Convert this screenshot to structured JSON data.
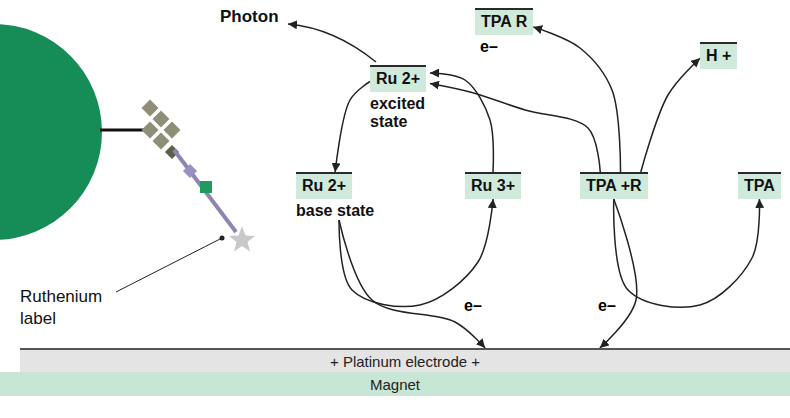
{
  "diagram": {
    "nodes": [
      {
        "text": [
          "TPA R"
        ]
      },
      {
        "text": [
          "H +"
        ]
      },
      {
        "text": [
          "Ru 2+",
          "excited state"
        ]
      },
      {
        "text": [
          "Ru 2+",
          "base state"
        ]
      },
      {
        "text": [
          "Ru 3+"
        ]
      },
      {
        "text": [
          "TPA +R"
        ]
      },
      {
        "text": [
          "TPA"
        ]
      },
      {
        "text": [
          "+ Platinum electrode +"
        ]
      },
      {
        "text": [
          "Magnet"
        ]
      }
    ],
    "edges": [
      {
        "from": 2,
        "to": 3,
        "arrow": "to"
      },
      {
        "from": 4,
        "to": 2,
        "arrow": "to"
      },
      {
        "from": 5,
        "to": 2,
        "arrow": "to"
      },
      {
        "from": 5,
        "to": 0,
        "arrow": "to",
        "label": "e–"
      },
      {
        "from": 5,
        "to": 1,
        "arrow": "to"
      },
      {
        "from": 3,
        "to": 4,
        "arrow": "to"
      },
      {
        "from": 3,
        "to": 7,
        "arrow": "to",
        "label": "e–"
      },
      {
        "from": 5,
        "to": 6,
        "arrow": "to"
      },
      {
        "from": 5,
        "to": 7,
        "arrow": "to",
        "label": "e–"
      }
    ],
    "labels": [
      "Photon",
      "Ruthenium label"
    ]
  }
}
